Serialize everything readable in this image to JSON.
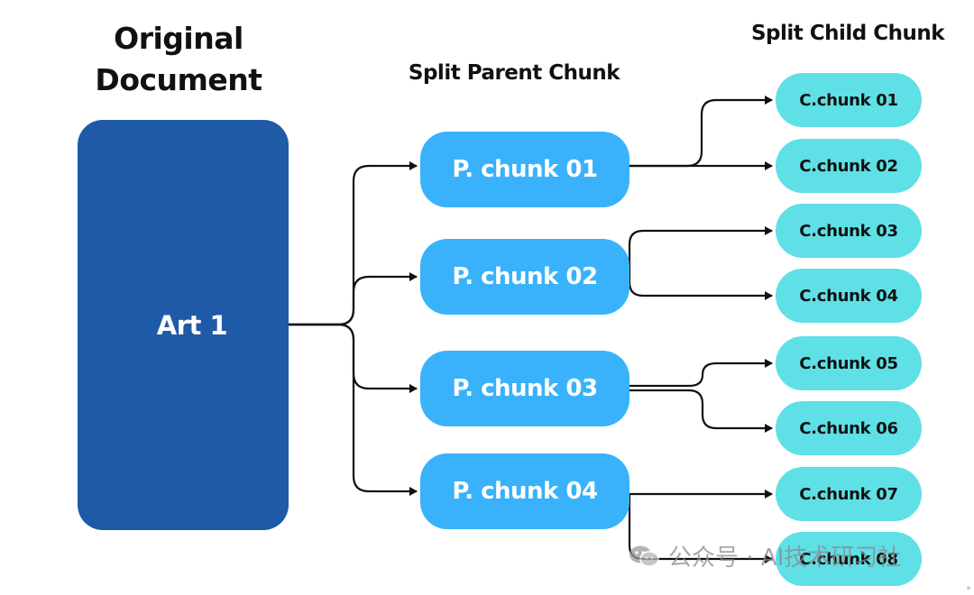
{
  "headings": {
    "original_document": "Original Document",
    "split_parent": "Split Parent Chunk",
    "split_child": "Split Child Chunk"
  },
  "document": {
    "label": "Art 1",
    "color": "#1f5aa6"
  },
  "parents": [
    {
      "label": "P. chunk 01"
    },
    {
      "label": "P. chunk 02"
    },
    {
      "label": "P. chunk 03"
    },
    {
      "label": "P. chunk 04"
    }
  ],
  "parent_color": "#39b2fb",
  "children": [
    {
      "label": "C.chunk 01"
    },
    {
      "label": "C.chunk 02"
    },
    {
      "label": "C.chunk 03"
    },
    {
      "label": "C.chunk 04"
    },
    {
      "label": "C.chunk 05"
    },
    {
      "label": "C.chunk 06"
    },
    {
      "label": "C.chunk 07"
    },
    {
      "label": "C.chunk 08"
    }
  ],
  "child_color": "#5ee0e6",
  "watermark": {
    "text": "公众号 · AI技术研习社",
    "icon": "wechat-icon"
  }
}
